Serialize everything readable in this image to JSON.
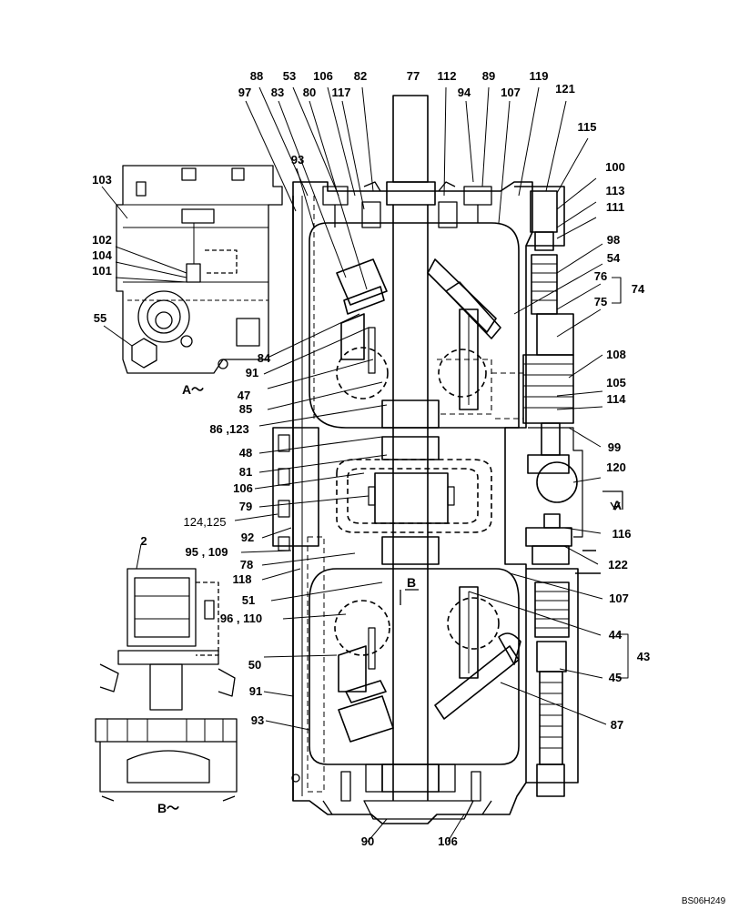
{
  "drawing_code": "BS06H249",
  "view_labels": {
    "view_a": "A～",
    "view_b": "B～"
  },
  "section_markers": {
    "a": "A",
    "b": "B"
  },
  "callouts": {
    "l88": "88",
    "l53": "53",
    "l106a": "106",
    "l82": "82",
    "l77": "77",
    "l112": "112",
    "l89": "89",
    "l119": "119",
    "l97": "97",
    "l83": "83",
    "l80": "80",
    "l117": "117",
    "l94": "94",
    "l107a": "107",
    "l121": "121",
    "l115": "115",
    "l93a": "93",
    "l100": "100",
    "l103": "103",
    "l113": "113",
    "l111": "111",
    "l98": "98",
    "l54": "54",
    "l102": "102",
    "l104": "104",
    "l101": "101",
    "l76": "76",
    "l74": "74",
    "l75": "75",
    "l55": "55",
    "l84": "84",
    "l91a": "91",
    "l47": "47",
    "l85": "85",
    "l108": "108",
    "l105": "105",
    "l114": "114",
    "l86_123": "86 ,123",
    "l48": "48",
    "l99": "99",
    "l81": "81",
    "l120": "120",
    "l106b": "106",
    "l79": "79",
    "l124_125": "124,125",
    "l92": "92",
    "l116": "116",
    "l2": "2",
    "l95_109": "95 , 109",
    "l78": "78",
    "l122": "122",
    "l118": "118",
    "l107b": "107",
    "l51": "51",
    "l96_110": "96 , 110",
    "l44": "44",
    "l43": "43",
    "l50": "50",
    "l45": "45",
    "l91b": "91",
    "l93b": "93",
    "l87": "87",
    "l90": "90",
    "l106c": "106"
  }
}
